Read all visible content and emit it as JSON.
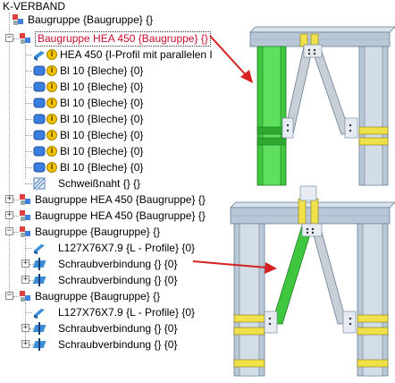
{
  "tree": {
    "root": "K-VERBAND",
    "items": [
      {
        "label": "Baugruppe {Baugruppe} {}",
        "icon": "assembly-icon",
        "expander": "",
        "info": false
      },
      {
        "label": "Baugruppe HEA 450 {Baugruppe} {}",
        "icon": "assembly-icon",
        "expander": "minus",
        "info": false,
        "selected": true
      },
      {
        "label": "HEA 450 {I-Profil mit parallelen I",
        "icon": "beam-icon",
        "expander": "",
        "info": true
      },
      {
        "label": "Bl 10 {Bleche} {0}",
        "icon": "plate-icon",
        "expander": "",
        "info": true
      },
      {
        "label": "Bl 10 {Bleche} {0}",
        "icon": "plate-icon",
        "expander": "",
        "info": true
      },
      {
        "label": "Bl 10 {Bleche} {0}",
        "icon": "plate-icon",
        "expander": "",
        "info": true
      },
      {
        "label": "Bl 10 {Bleche} {0}",
        "icon": "plate-icon",
        "expander": "",
        "info": true
      },
      {
        "label": "Bl 10 {Bleche} {0}",
        "icon": "plate-icon",
        "expander": "",
        "info": true
      },
      {
        "label": "Bl 10 {Bleche} {0}",
        "icon": "plate-icon",
        "expander": "",
        "info": true
      },
      {
        "label": "Bl 10 {Bleche} {0}",
        "icon": "plate-icon",
        "expander": "",
        "info": true
      },
      {
        "label": "Schweißnaht {} {}",
        "icon": "weld-icon",
        "expander": "",
        "info": false
      },
      {
        "label": "Baugruppe HEA 450 {Baugruppe} {}",
        "icon": "assembly-icon",
        "expander": "plus",
        "info": false
      },
      {
        "label": "Baugruppe HEA 450 {Baugruppe} {}",
        "icon": "assembly-icon",
        "expander": "plus",
        "info": false
      },
      {
        "label": "Baugruppe {Baugruppe} {}",
        "icon": "assembly-icon",
        "expander": "minus",
        "info": false
      },
      {
        "label": "L127X76X7.9 {L - Profile} {0}",
        "icon": "angle-profile-icon",
        "expander": "",
        "info": false
      },
      {
        "label": "Schraubverbindung  {} {0}",
        "icon": "bolt-connection-icon",
        "expander": "plus",
        "info": false
      },
      {
        "label": "Schraubverbindung  {} {0}",
        "icon": "bolt-connection-icon",
        "expander": "plus",
        "info": false
      },
      {
        "label": "Baugruppe {Baugruppe} {}",
        "icon": "assembly-icon",
        "expander": "minus",
        "info": false
      },
      {
        "label": "L127X76X7.9 {L - Profile} {0}",
        "icon": "angle-profile-icon",
        "expander": "",
        "info": false
      },
      {
        "label": "Schraubverbindung  {} {0}",
        "icon": "bolt-connection-icon",
        "expander": "plus",
        "info": false
      },
      {
        "label": "Schraubverbindung  {} {0}",
        "icon": "bolt-connection-icon",
        "expander": "plus",
        "info": false
      }
    ]
  },
  "colors": {
    "selected_text": "#c8102e",
    "steel": "#b9c8d6",
    "highlight": "#3fc83f",
    "plate": "#f0e04a",
    "arrow": "#d42020"
  }
}
